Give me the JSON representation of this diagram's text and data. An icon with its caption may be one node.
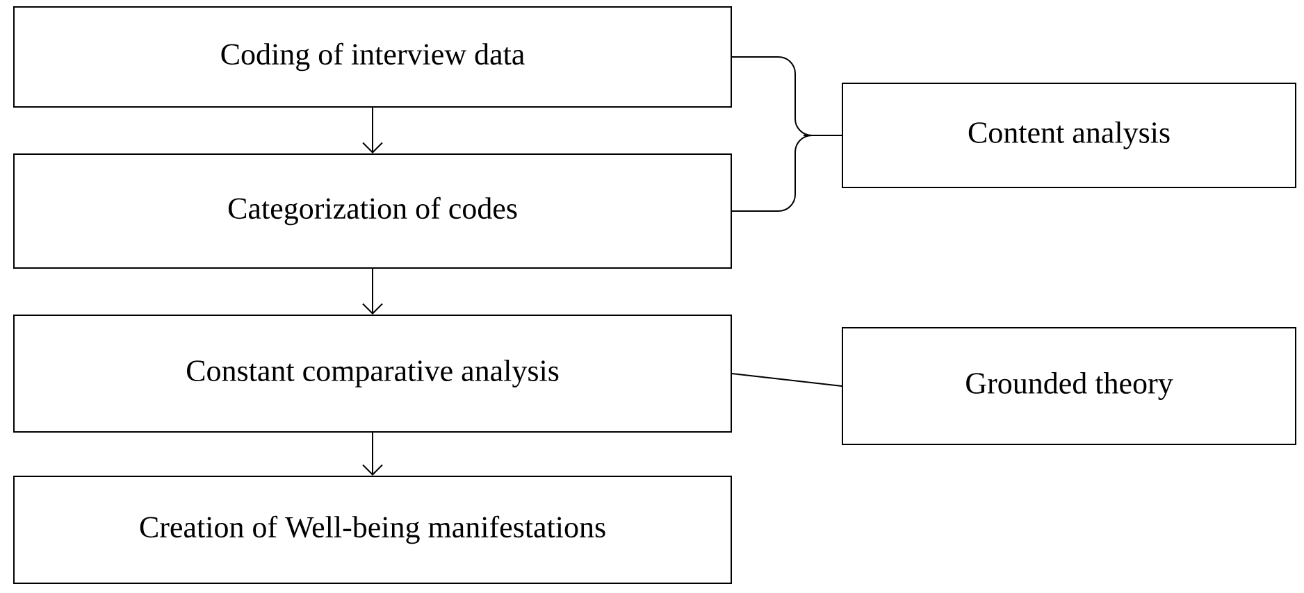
{
  "diagram": {
    "nodes": [
      {
        "text": [
          "Coding of interview data"
        ]
      },
      {
        "text": [
          "Categorization of codes"
        ]
      },
      {
        "text": [
          "Constant comparative analysis"
        ]
      },
      {
        "text": [
          "Creation of Well-being manifestations"
        ]
      },
      {
        "text": [
          "Content analysis"
        ]
      },
      {
        "text": [
          "Grounded theory"
        ]
      }
    ],
    "edges": [
      {
        "from": 0,
        "to": 1,
        "arrow": "to"
      },
      {
        "from": 1,
        "to": 2,
        "arrow": "to"
      },
      {
        "from": 2,
        "to": 3,
        "arrow": "to"
      },
      {
        "from": 0,
        "to": 4,
        "arrow": "none"
      },
      {
        "from": 1,
        "to": 4,
        "arrow": "none"
      },
      {
        "from": 2,
        "to": 5,
        "arrow": "none"
      }
    ]
  }
}
